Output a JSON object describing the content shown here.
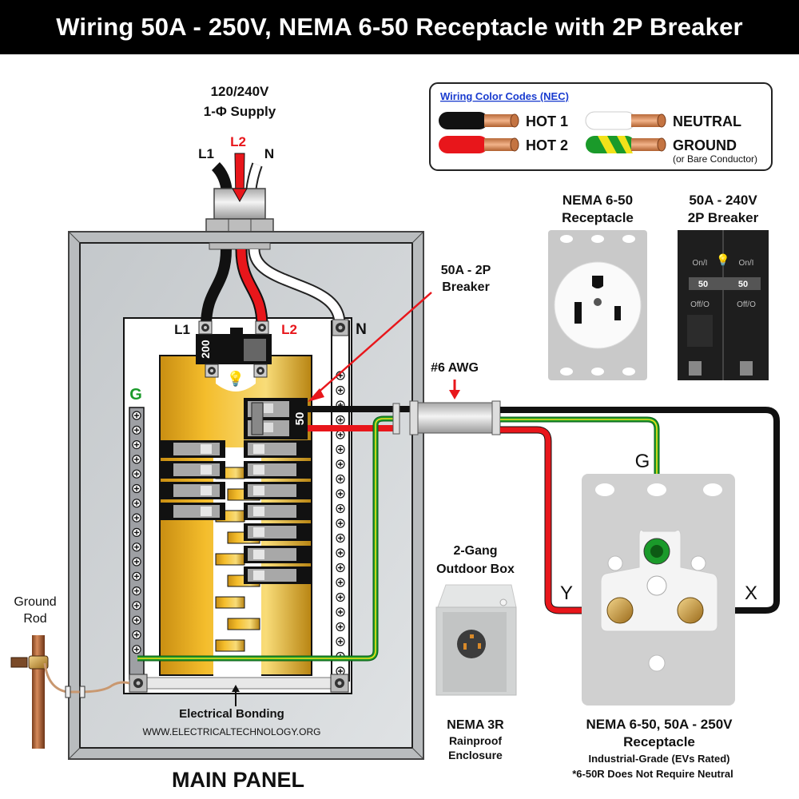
{
  "title": "Wiring 50A - 250V, NEMA 6-50 Receptacle with 2P Breaker",
  "supply": {
    "line1": "120/240V",
    "line2": "1-Φ Supply",
    "l1": "L1",
    "l2": "L2",
    "n": "N"
  },
  "legend": {
    "title": "Wiring Color Codes (NEC)",
    "items": [
      {
        "label": "HOT 1",
        "color": "#111111"
      },
      {
        "label": "HOT 2",
        "color": "#e8161b"
      },
      {
        "label": "NEUTRAL",
        "color": "#ffffff"
      },
      {
        "label": "GROUND",
        "sublabel": "(or Bare Conductor)",
        "color": "#1a9a2a"
      }
    ]
  },
  "panel": {
    "l1": "L1",
    "l2": "L2",
    "n": "N",
    "g": "G",
    "main_breaker_rating": "200",
    "branch_breaker_rating": "50",
    "bonding_label": "Electrical Bonding",
    "website": "WWW.ELECTRICALTECHNOLOGY.ORG",
    "caption": "MAIN PANEL"
  },
  "callouts": {
    "breaker_line1": "50A - 2P",
    "breaker_line2": "Breaker",
    "wire_gauge": "#6 AWG",
    "ground_rod_line1": "Ground",
    "ground_rod_line2": "Rod"
  },
  "products": {
    "receptacle_title1": "NEMA 6-50",
    "receptacle_title2": "Receptacle",
    "breaker_title1": "50A - 240V",
    "breaker_title2": "2P Breaker",
    "breaker_on": "On/I",
    "breaker_off": "Off/O",
    "breaker_rating": "50"
  },
  "outdoor_box": {
    "title1": "2-Gang",
    "title2": "Outdoor Box",
    "caption1": "NEMA 3R",
    "caption2": "Rainproof",
    "caption3": "Enclosure"
  },
  "receptacle": {
    "g": "G",
    "x": "X",
    "y": "Y",
    "caption1": "NEMA 6-50, 50A - 250V",
    "caption2": "Receptacle",
    "caption3": "Industrial-Grade (EVs Rated)",
    "caption4": "*6-50R Does Not Require Neutral"
  },
  "colors": {
    "hot1": "#111111",
    "hot2": "#e8161b",
    "neutral": "#ffffff",
    "ground_green": "#1a9a2a",
    "ground_yellow": "#f2e21a",
    "bus": "#e0a92a",
    "callout": "#e8161b",
    "legend_title": "#1a3ccf"
  }
}
